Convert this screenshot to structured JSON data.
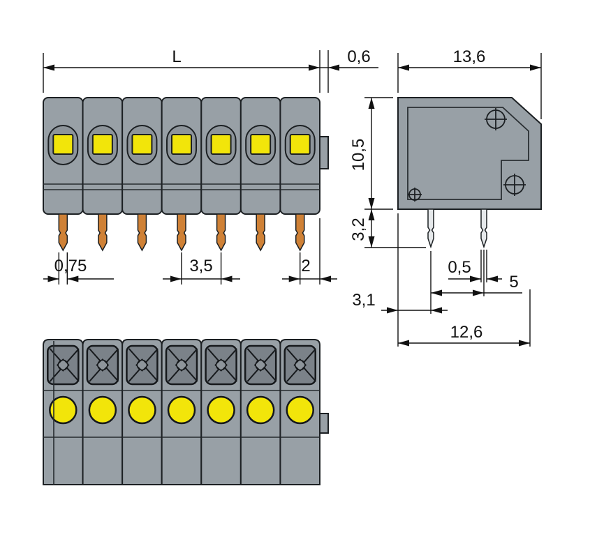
{
  "front_view": {
    "length": "L",
    "tab_width": "0,6",
    "pin_width": "0,75",
    "pin_pitch": "3,5",
    "pin_to_edge": "2"
  },
  "side_view": {
    "depth": "13,6",
    "housing_height": "10,5",
    "pin_length": "3,2",
    "pin_thickness": "0,5",
    "face_to_pin_row": "3,1",
    "pin_row_spacing": "5",
    "overall_depth": "12,6"
  },
  "pole_count": 7,
  "colors": {
    "housing_gray": "#98a0a6",
    "actuator_yellow": "#f2e50a",
    "solder_pin_orange": "#cf8136",
    "line_black": "#1c2023"
  }
}
